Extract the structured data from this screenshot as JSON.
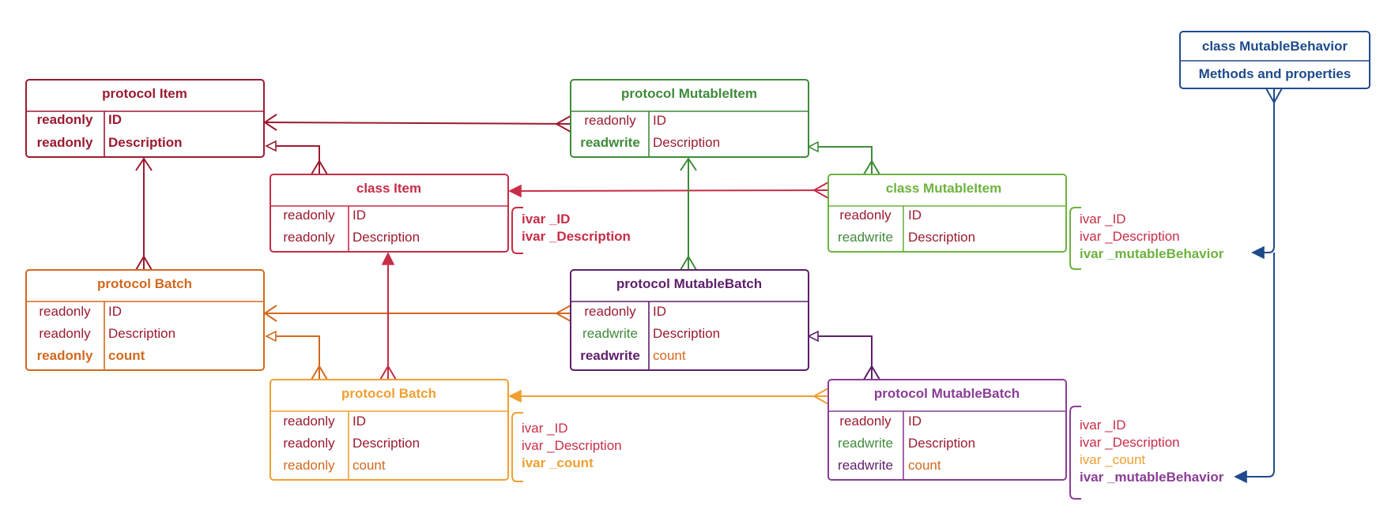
{
  "colors": {
    "dark_red": "#9b1b30",
    "red": "#c82d47",
    "dark_green": "#3f8b3a",
    "light_green": "#6db33f",
    "orange_dark": "#d2691e",
    "orange": "#f0a030",
    "dark_purple": "#5e1f6b",
    "purple": "#8a3d96",
    "navy": "#1f4b8c"
  },
  "boxes": {
    "protocol_item": {
      "title": "protocol Item",
      "rows": [
        {
          "mod": "readonly",
          "name": "ID"
        },
        {
          "mod": "readonly",
          "name": "Description"
        }
      ]
    },
    "class_item": {
      "title": "class Item",
      "rows": [
        {
          "mod": "readonly",
          "name": "ID"
        },
        {
          "mod": "readonly",
          "name": "Description"
        }
      ],
      "ivars": [
        "ivar _ID",
        "ivar _Description"
      ]
    },
    "protocol_mutable_item": {
      "title": "protocol MutableItem",
      "rows": [
        {
          "mod": "readonly",
          "name": "ID"
        },
        {
          "mod": "readwrite",
          "name": "Description"
        }
      ]
    },
    "class_mutable_item": {
      "title": "class MutableItem",
      "rows": [
        {
          "mod": "readonly",
          "name": "ID"
        },
        {
          "mod": "readwrite",
          "name": "Description"
        }
      ],
      "ivars": [
        "ivar _ID",
        "ivar _Description",
        "ivar _mutableBehavior"
      ]
    },
    "protocol_batch": {
      "title": "protocol Batch",
      "rows": [
        {
          "mod": "readonly",
          "name": "ID"
        },
        {
          "mod": "readonly",
          "name": "Description"
        },
        {
          "mod": "readonly",
          "name": "count"
        }
      ]
    },
    "class_batch": {
      "title": "protocol Batch",
      "rows": [
        {
          "mod": "readonly",
          "name": "ID"
        },
        {
          "mod": "readonly",
          "name": "Description"
        },
        {
          "mod": "readonly",
          "name": "count"
        }
      ],
      "ivars": [
        "ivar _ID",
        "ivar _Description",
        "ivar _count"
      ]
    },
    "protocol_mutable_batch": {
      "title": "protocol MutableBatch",
      "rows": [
        {
          "mod": "readonly",
          "name": "ID"
        },
        {
          "mod": "readwrite",
          "name": "Description"
        },
        {
          "mod": "readwrite",
          "name": "count"
        }
      ]
    },
    "class_mutable_batch": {
      "title": "protocol MutableBatch",
      "rows": [
        {
          "mod": "readonly",
          "name": "ID"
        },
        {
          "mod": "readwrite",
          "name": "Description"
        },
        {
          "mod": "readwrite",
          "name": "count"
        }
      ],
      "ivars": [
        "ivar _ID",
        "ivar _Description",
        "ivar _count",
        "ivar _mutableBehavior"
      ]
    },
    "class_mutable_behavior": {
      "title": "class MutableBehavior",
      "subtitle": "Methods and properties"
    }
  }
}
